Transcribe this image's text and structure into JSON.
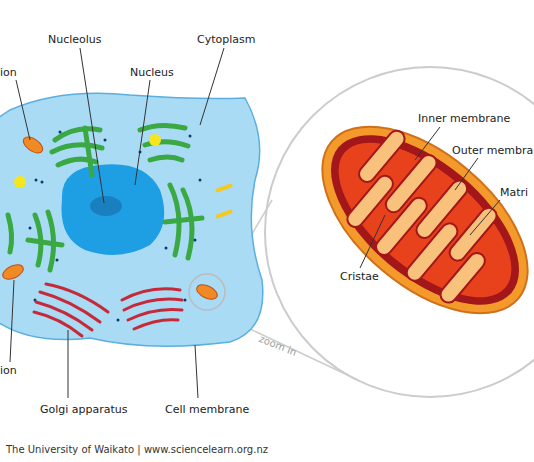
{
  "diagram": {
    "labels": [
      "ion",
      "Nucleolus",
      "Cytoplasm",
      "Nucleus",
      "Inner membrane",
      "Outer membra",
      "Matri",
      "Cristae",
      "zoom in",
      "ion",
      "Golgi apparatus",
      "Cell membrane",
      "The University of Waikato | www.sciencelearn.org.nz"
    ]
  }
}
